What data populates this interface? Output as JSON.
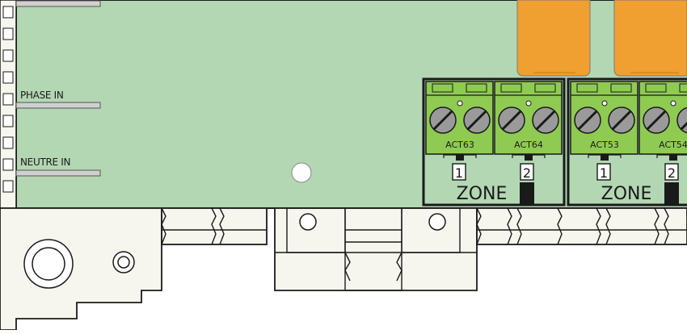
{
  "labels": {
    "phase_in": "PHASE IN",
    "neutre_in": "NEUTRE IN"
  },
  "terminal_blocks": [
    {
      "actuators": [
        "ACT63",
        "ACT64"
      ],
      "zone_label": "ZONE",
      "positions": [
        "1",
        "2"
      ]
    },
    {
      "actuators": [
        "ACT53",
        "ACT54"
      ],
      "zone_label": "ZONE",
      "positions": [
        "1",
        "2"
      ]
    }
  ],
  "colors": {
    "pcb": "#b3d7b3",
    "terminal": "#8fcb52",
    "relay": "#f0a030",
    "outline": "#1a1a1a",
    "housing": "#f6f6ee"
  }
}
